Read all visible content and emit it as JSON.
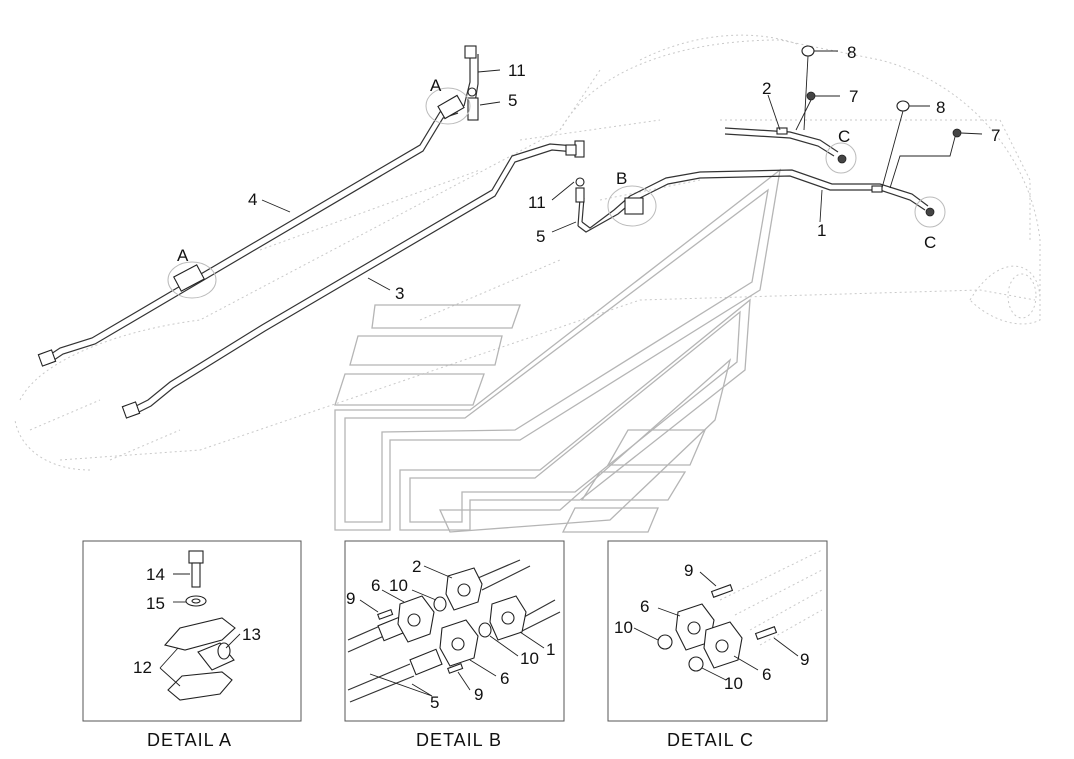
{
  "diagram": {
    "main_labels": {
      "p1": "1",
      "p2": "2",
      "p3": "3",
      "p4": "4",
      "p5a": "5",
      "p5b": "5",
      "p7a": "7",
      "p7b": "7",
      "p8a": "8",
      "p8b": "8",
      "p11a": "11",
      "p11b": "11",
      "detA1": "A",
      "detA2": "A",
      "detB": "B",
      "detC1": "C",
      "detC2": "C"
    },
    "detail_a": {
      "caption": "DETAIL  A",
      "labels": {
        "p14": "14",
        "p15": "15",
        "p13": "13",
        "p12": "12"
      }
    },
    "detail_b": {
      "caption": "DETAIL  B",
      "labels": {
        "p2": "2",
        "p6a": "6",
        "p10a": "10",
        "p9a": "9",
        "p1": "1",
        "p10b": "10",
        "p6b": "6",
        "p9b": "9",
        "p5": "5"
      }
    },
    "detail_c": {
      "caption": "DETAIL  C",
      "labels": {
        "p9a": "9",
        "p6a": "6",
        "p10a": "10",
        "p9b": "9",
        "p10b": "10",
        "p6b": "6"
      }
    }
  }
}
